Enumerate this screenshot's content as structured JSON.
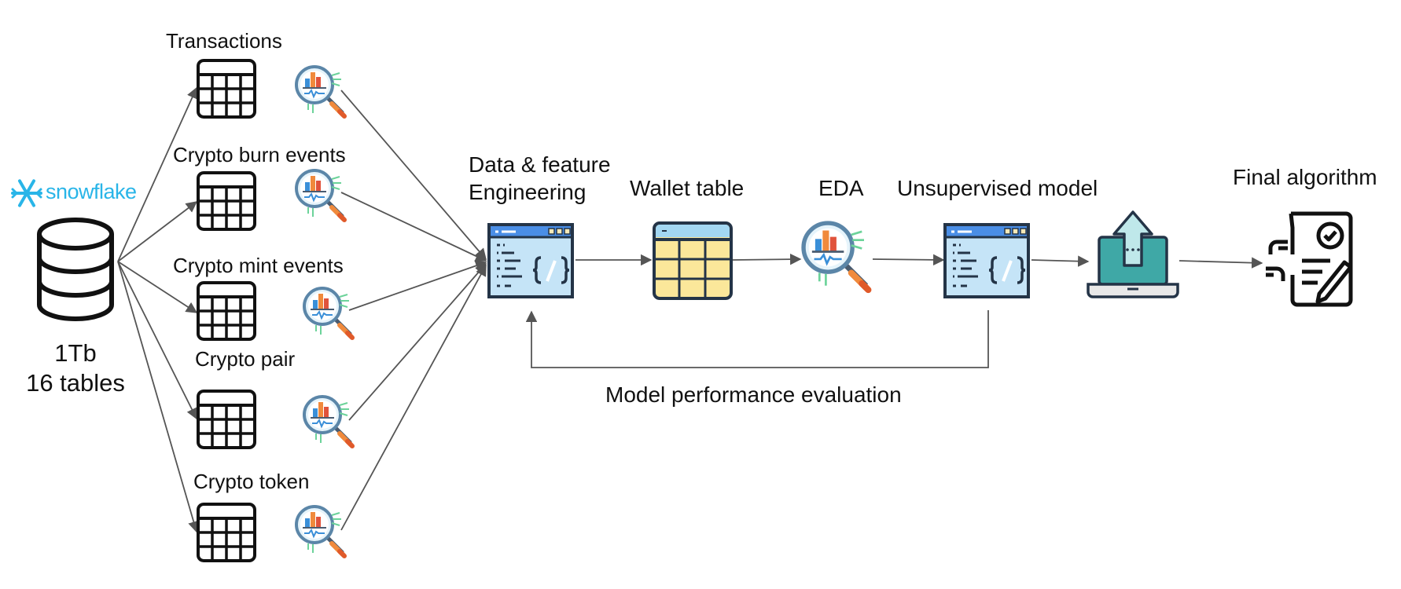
{
  "source": {
    "logo_text": "snowflake",
    "size_line": "1Tb",
    "tables_line": "16 tables"
  },
  "tables": [
    {
      "label": "Transactions"
    },
    {
      "label": "Crypto burn events"
    },
    {
      "label": "Crypto mint events"
    },
    {
      "label": "Crypto pair"
    },
    {
      "label": "Crypto token"
    }
  ],
  "pipeline": {
    "data_feature": {
      "line1": "Data & feature",
      "line2": "Engineering"
    },
    "wallet_table": "Wallet table",
    "eda": "EDA",
    "unsupervised_model": "Unsupervised model",
    "final_algorithm": "Final algorithm",
    "feedback": "Model performance evaluation"
  },
  "icons": {
    "database": "database-icon",
    "table": "table-icon",
    "analytics": "magnifier-analytics-icon",
    "code": "code-window-icon",
    "yellow_table": "spreadsheet-icon",
    "deploy": "laptop-upload-icon",
    "document": "signed-document-icon"
  },
  "colors": {
    "snowflake_blue": "#29b5e8",
    "arrow": "#555555",
    "code_blue": "#c5e4f7",
    "code_bar": "#4a8ee6",
    "sheet_yellow": "#fbe79a",
    "sheet_header": "#a3d7f2",
    "laptop_teal": "#3fa8a6",
    "upload_arrow": "#bfe8ea"
  }
}
